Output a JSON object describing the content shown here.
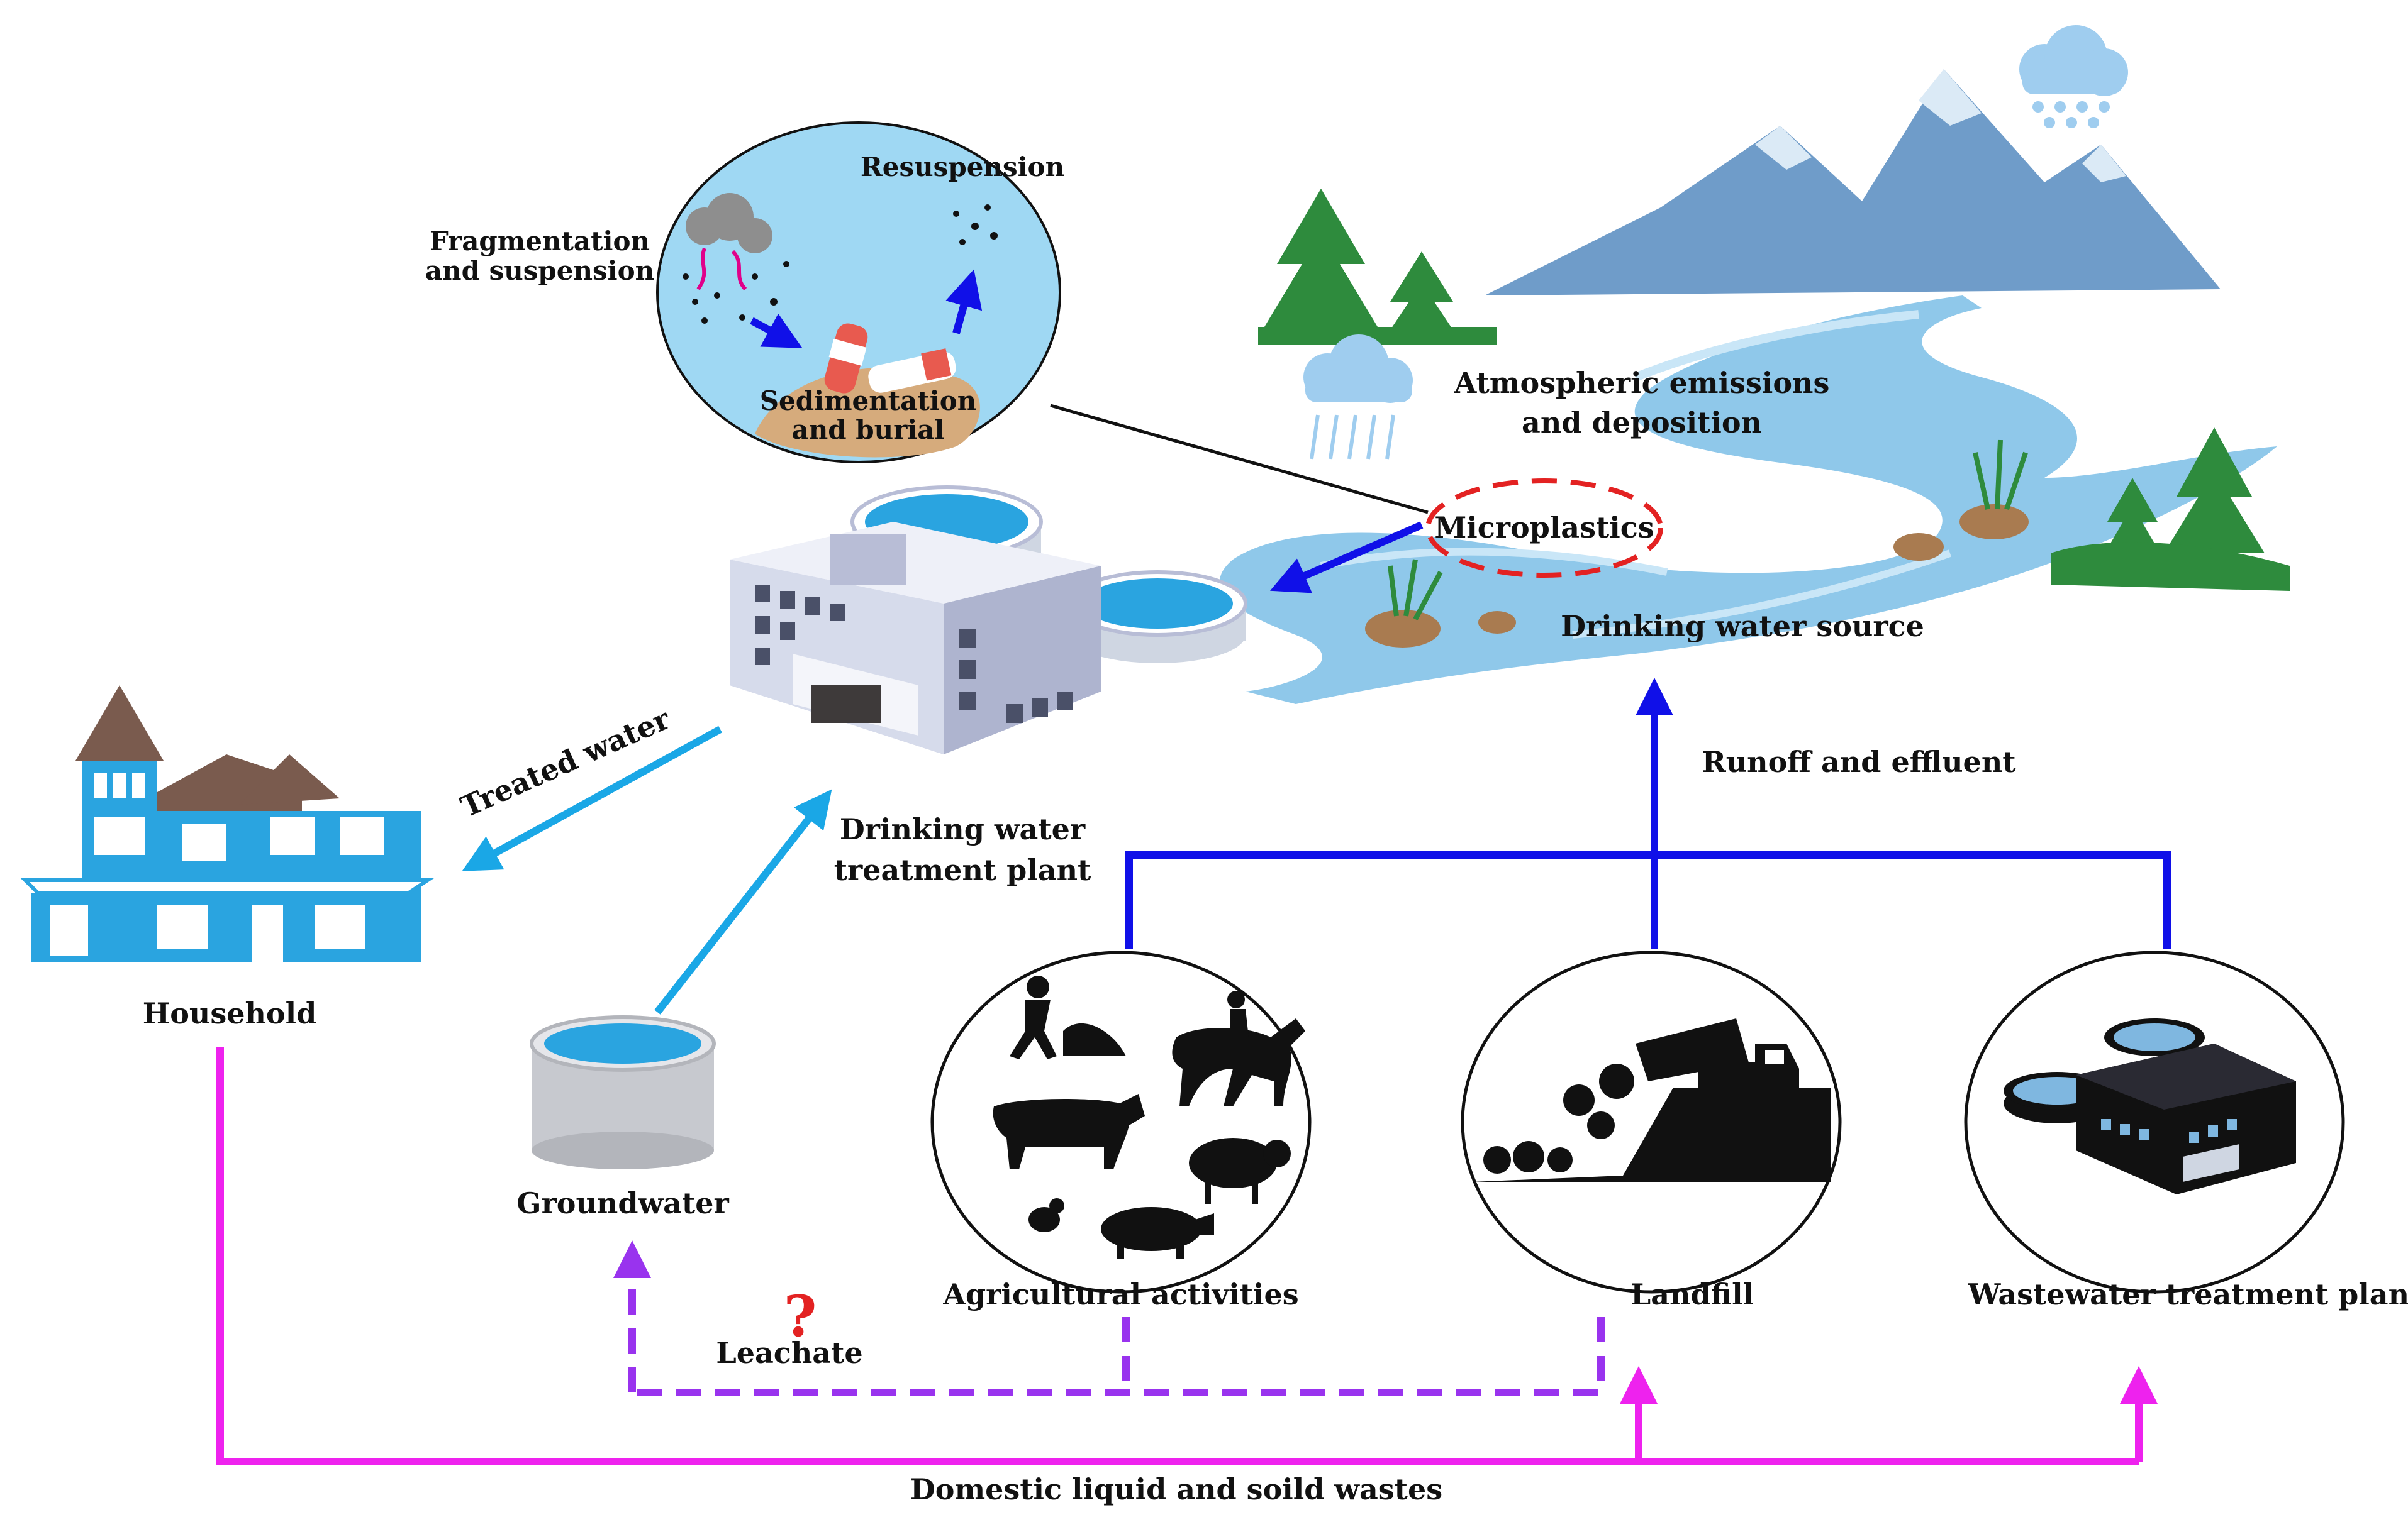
{
  "labels": {
    "fragmentation_line1": "Fragmentation",
    "fragmentation_line2": "and suspension",
    "resuspension": "Resuspension",
    "sedimentation_line1": "Sedimentation",
    "sedimentation_line2": "and burial",
    "atmospheric_line1": "Atmospheric emissions",
    "atmospheric_line2": "and deposition",
    "microplastics": "Microplastics",
    "drinking_water_source": "Drinking water source",
    "runoff_and_effluent": "Runoff and effluent",
    "treated_water": "Treated water",
    "plant_line1": "Drinking water",
    "plant_line2": "treatment plant",
    "household": "Household",
    "groundwater": "Groundwater",
    "agricultural_activities": "Agricultural activities",
    "landfill": "Landfill",
    "wastewater_treatment_plant": "Wastewater treatment plant",
    "leachate": "Leachate",
    "question_mark": "?",
    "domestic_wastes": "Domestic liquid and soild wastes"
  },
  "colors": {
    "runoff_arrows": "#1010e8",
    "treated_water_arrows": "#1aa7e6",
    "domestic_waste_arrows": "#ee22ee",
    "leachate_arrows": "#9933ee",
    "microplastics_ring": "#e32222",
    "question_mark": "#e32222",
    "water": "#8fc8ea",
    "mountain": "#6f9cc9",
    "trees": "#2e8b3d",
    "building": "#b8bdd6"
  },
  "icons": [
    "house-icon",
    "water-treatment-plant-icon",
    "groundwater-tank-icon",
    "mountain-icon",
    "river-icon",
    "tree-icon",
    "rain-cloud-icon",
    "snow-cloud-icon",
    "farmer-icon",
    "horse-rider-icon",
    "cow-icon",
    "sheep-icon",
    "pig-icon",
    "chicken-icon",
    "dump-truck-icon",
    "wastewater-plant-icon",
    "plastic-bottle-icon"
  ]
}
